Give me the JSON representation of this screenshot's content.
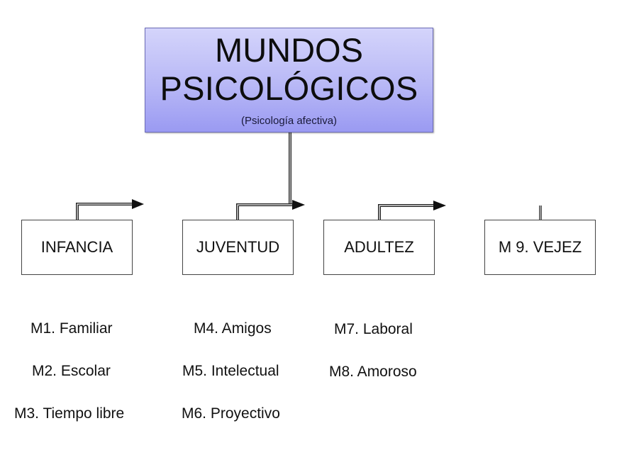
{
  "title": {
    "line1": "MUNDOS",
    "line2": "PSICOLÓGICOS",
    "subtitle": "(Psicología afectiva)",
    "fill_color": "#b8b8f6"
  },
  "stages": [
    {
      "label": "INFANCIA",
      "items": [
        "M1. Familiar",
        "M2. Escolar",
        "M3. Tiempo libre"
      ]
    },
    {
      "label": "JUVENTUD",
      "items": [
        "M4. Amigos",
        "M5. Intelectual",
        "M6. Proyectivo"
      ]
    },
    {
      "label": "ADULTEZ",
      "items": [
        "M7. Laboral",
        "M8. Amoroso"
      ]
    },
    {
      "label": "M 9. VEJEZ",
      "items": []
    }
  ],
  "connectors": {
    "arrow_icon": "right-arrow",
    "color": "#111111"
  }
}
